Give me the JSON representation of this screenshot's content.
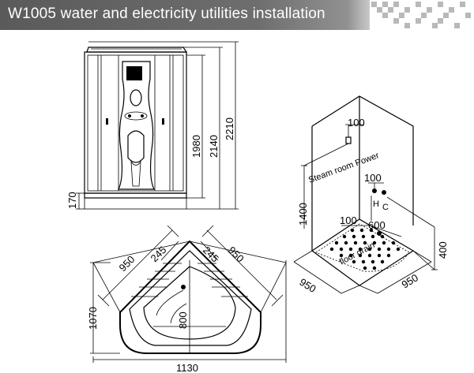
{
  "header": {
    "title": "W1005  water and electricity utilities installation"
  },
  "front_view": {
    "dims": {
      "h1980": "1980",
      "h2140": "2140",
      "h2210": "2210",
      "h170": "170"
    }
  },
  "top_view": {
    "dims": {
      "w950_left": "950",
      "w245_left": "245",
      "w245_right": "245",
      "w950_right": "950",
      "h1070": "1070",
      "h800": "800",
      "w1130": "1130"
    }
  },
  "iso_view": {
    "dims": {
      "d100_top": "100",
      "d100_mid": "100",
      "d1400": "1400",
      "d100_low": "100",
      "d600": "600",
      "d400": "400",
      "d950_left": "950",
      "d950_right": "950"
    },
    "labels": {
      "steam_power": "Steam room Power",
      "hot": "H",
      "cold": "C",
      "floor_drain": "floor drain"
    }
  },
  "colors": {
    "header_bg": "#5a5a5a",
    "header_text": "#ffffff",
    "line": "#000000"
  }
}
